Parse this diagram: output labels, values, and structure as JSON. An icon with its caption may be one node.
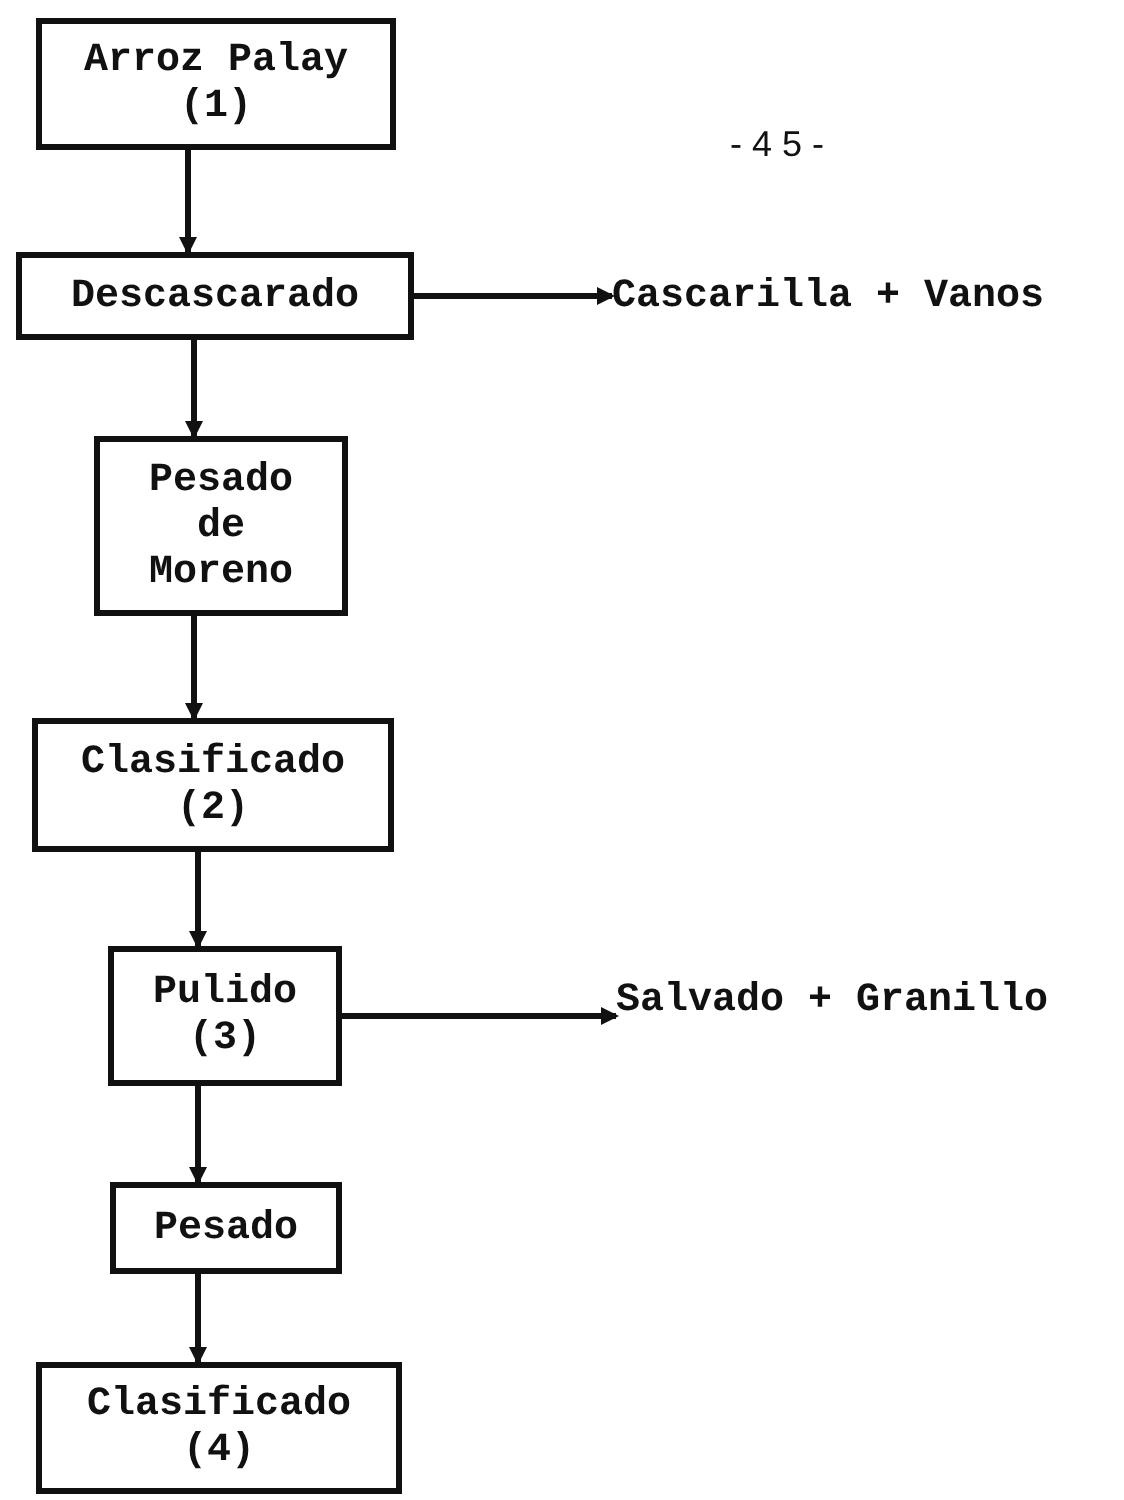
{
  "diagram": {
    "nodes": [
      {
        "text": [
          "Arroz Palay (1)"
        ]
      },
      {
        "text": [
          "Descascarado"
        ]
      },
      {
        "text": [
          "Pesado de Moreno"
        ]
      },
      {
        "text": [
          "Clasificado (2)"
        ]
      },
      {
        "text": [
          "Pulido (3)"
        ]
      },
      {
        "text": [
          "Pesado"
        ]
      },
      {
        "text": [
          "Clasificado (4)"
        ]
      },
      {
        "text": [
          "Cascarilla + Vanos"
        ]
      },
      {
        "text": [
          "Salvado + Granillo"
        ]
      }
    ],
    "edges": [
      {
        "from": 0,
        "to": 1,
        "arrow": "to"
      },
      {
        "from": 1,
        "to": 7,
        "arrow": "to"
      },
      {
        "from": 1,
        "to": 2,
        "arrow": "to"
      },
      {
        "from": 2,
        "to": 3,
        "arrow": "to"
      },
      {
        "from": 3,
        "to": 4,
        "arrow": "to"
      },
      {
        "from": 4,
        "to": 8,
        "arrow": "to"
      },
      {
        "from": 4,
        "to": 5,
        "arrow": "to"
      },
      {
        "from": 5,
        "to": 6,
        "arrow": "to"
      }
    ],
    "labels": [
      "- 4 5 -"
    ]
  }
}
